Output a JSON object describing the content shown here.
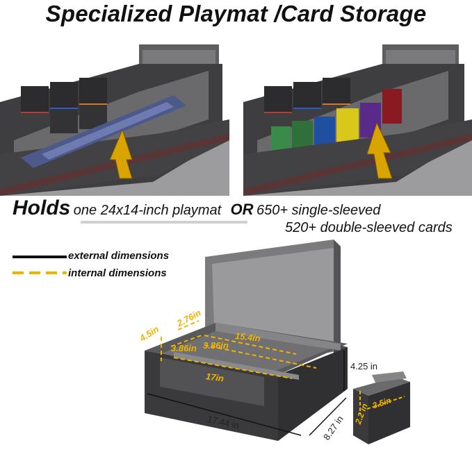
{
  "title": "Specialized Playmat /Card Storage",
  "holds": {
    "label": "Holds",
    "option_a": "one 24x14-inch playmat",
    "or": "OR",
    "option_b_line1": "650+ single-sleeved",
    "option_b_line2": "520+ double-sleeved cards"
  },
  "legend": {
    "external": "external dimensions",
    "internal": "internal dimensions"
  },
  "dimensions": {
    "height_internal": "4.5in",
    "depth_internal_top": "2.76in",
    "width_a": "3.86in",
    "width_b": "3.86in",
    "length_upper": "15.4in",
    "length_lower": "17in",
    "height_external": "4.25 in",
    "length_external": "17.44 in",
    "depth_external": "8.27 in",
    "small_height": "2.2 in",
    "small_width": "3.5in"
  },
  "colors": {
    "box_dark": "#3a3a3c",
    "box_mid": "#58585a",
    "box_light": "#8c8c8e",
    "interior": "#6e6e70",
    "accent_yellow": "#f0b400",
    "lid_top": "#9a9a9c"
  }
}
